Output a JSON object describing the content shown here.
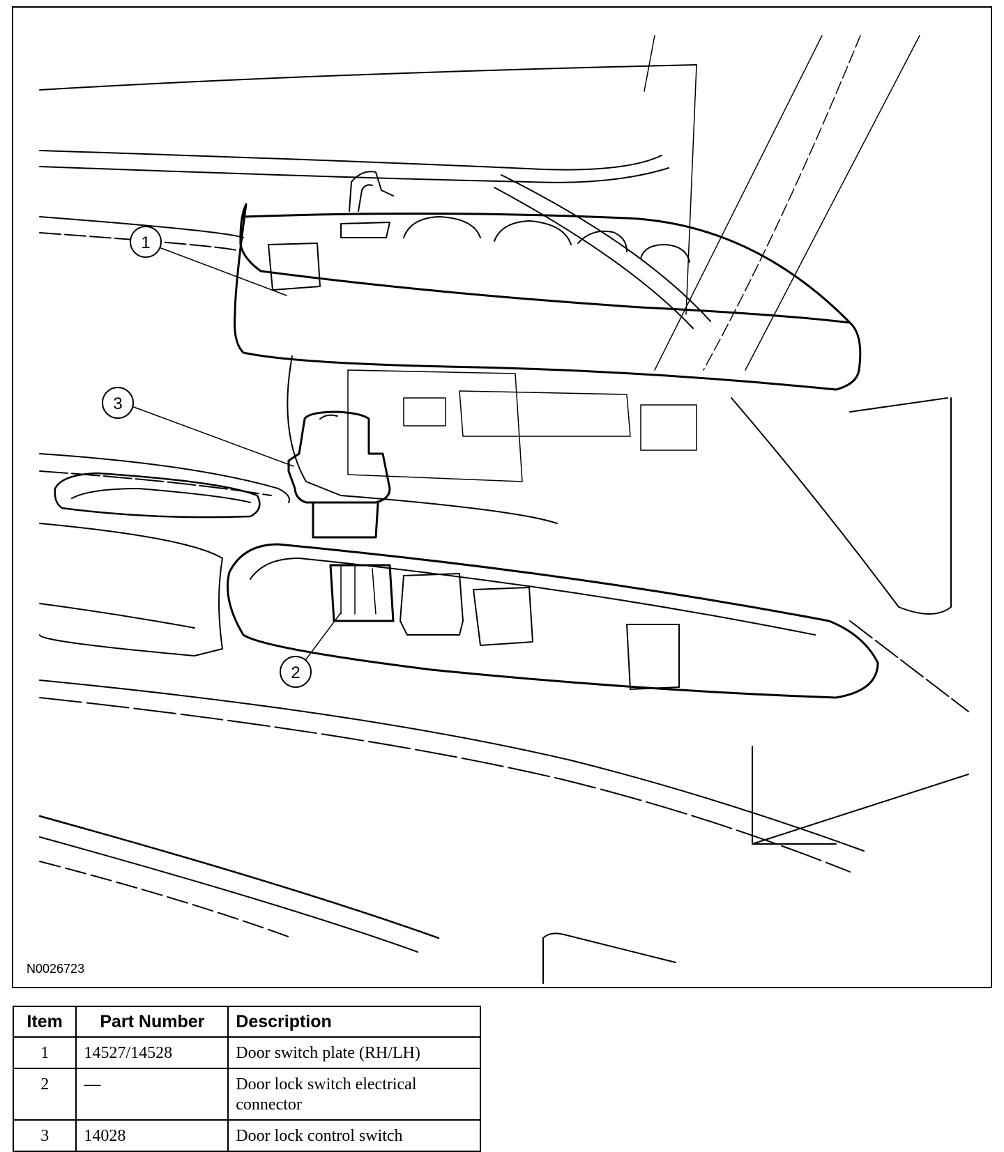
{
  "figure": {
    "id": "N0026723",
    "callouts": [
      "1",
      "2",
      "3"
    ]
  },
  "table": {
    "headers": [
      "Item",
      "Part Number",
      "Description"
    ],
    "rows": [
      [
        "1",
        "14527/14528",
        "Door switch plate (RH/LH)"
      ],
      [
        "2",
        "—",
        "Door lock switch electrical connector"
      ],
      [
        "3",
        "14028",
        "Door lock control switch"
      ]
    ]
  }
}
